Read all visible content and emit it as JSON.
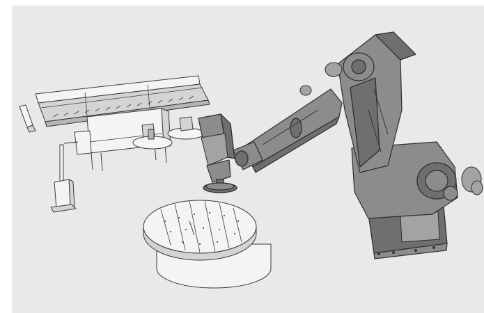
{
  "scene": {
    "colors": {
      "background": "#e9e9e9",
      "robot": "#8c8c8c",
      "robot_dark": "#6f6f6f",
      "equipment_light": "#f4f4f4",
      "outline": "#2e2e2e"
    },
    "objects": [
      "industrial-robot-arm",
      "grinding-spindle-tool",
      "rotary-table",
      "linear-rail-gantry",
      "vertical-sensor-stand"
    ]
  }
}
